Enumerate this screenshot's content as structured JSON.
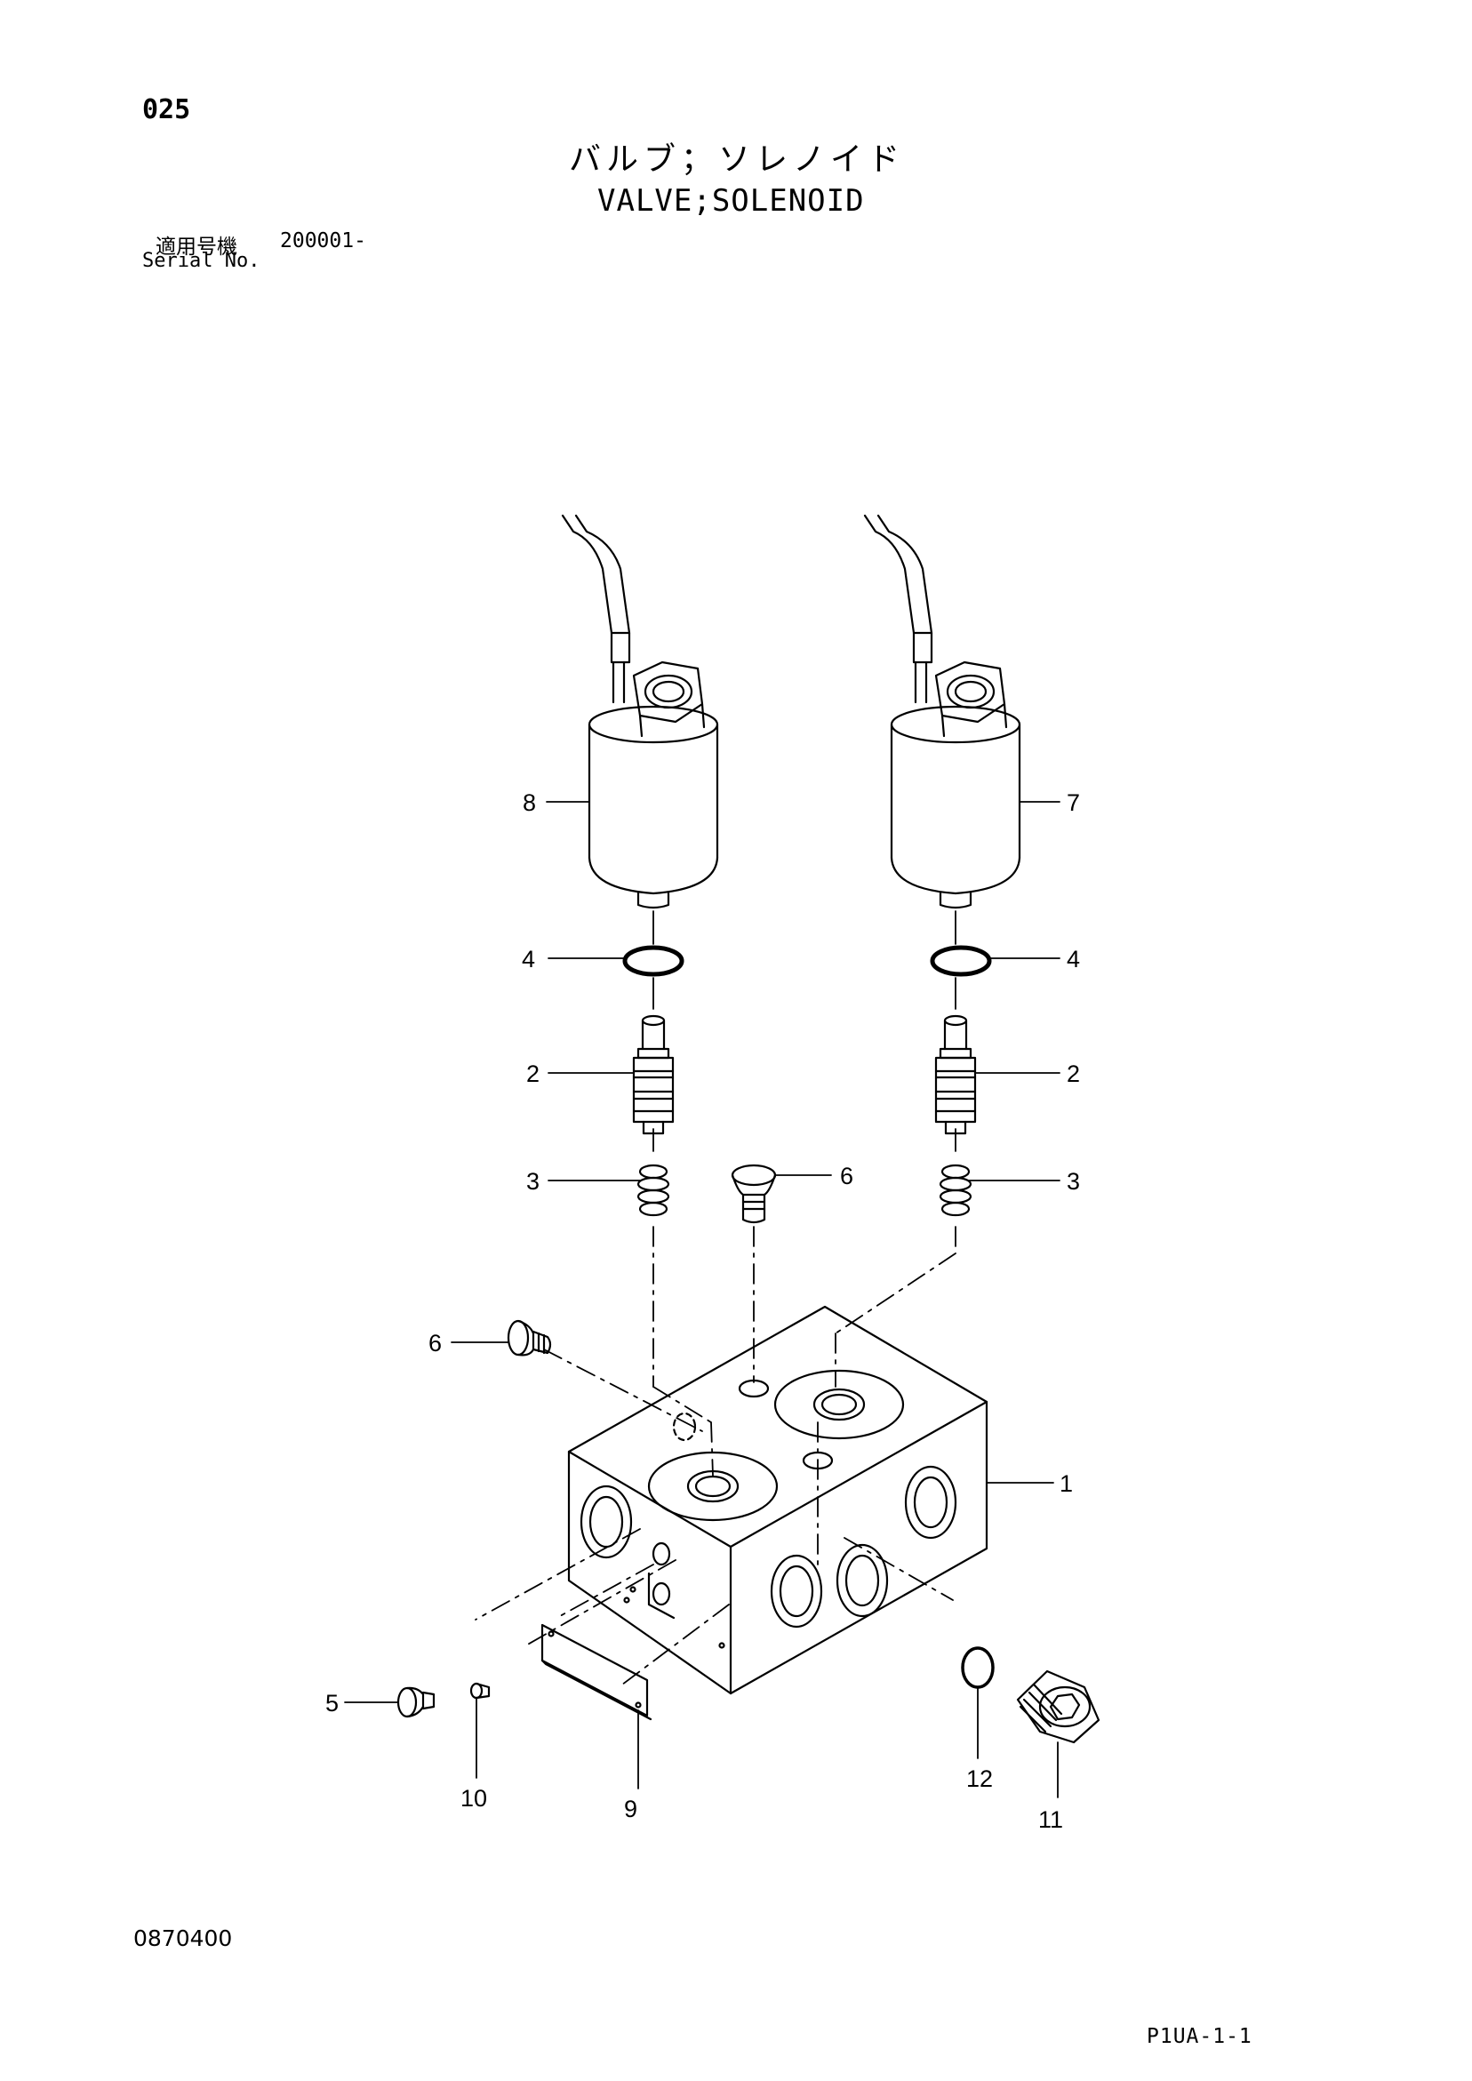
{
  "header": {
    "page_number": "025",
    "title_jp": "バルブ；ソレノイド",
    "title_en": "VALVE;SOLENOID",
    "serial_label_jp": "適用号機",
    "serial_value": "200001-",
    "serial_label_en": "Serial No."
  },
  "footer": {
    "document_number": "0870400",
    "sheet_number": "P1UA-1-1"
  },
  "diagram": {
    "callouts": {
      "c1": "1",
      "c2_left": "2",
      "c2_right": "2",
      "c3_left": "3",
      "c3_right": "3",
      "c4_left": "4",
      "c4_right": "4",
      "c5": "5",
      "c6_top": "6",
      "c6_left": "6",
      "c7": "7",
      "c8": "8",
      "c9": "9",
      "c10": "10",
      "c11": "11",
      "c12": "12"
    }
  }
}
